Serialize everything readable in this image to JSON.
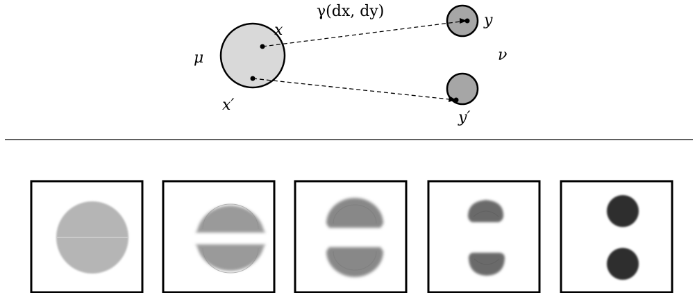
{
  "diagram": {
    "labels": {
      "mu": "μ",
      "nu": "ν",
      "x": "x",
      "x_prime": "x′",
      "y": "y",
      "y_prime": "y′",
      "gamma": "γ(dx, dy)"
    }
  },
  "sequence": {
    "panels": [
      {
        "id": "panel-1"
      },
      {
        "id": "panel-2"
      },
      {
        "id": "panel-3"
      },
      {
        "id": "panel-4"
      },
      {
        "id": "panel-5"
      }
    ]
  },
  "colors": {
    "source_fill": "#d9d9d9",
    "target_fill": "#a6a6a6",
    "panel1_disc": "#b5b5b5",
    "panel2_blob": "#9a9a9a",
    "panel3_blob": "#888888",
    "panel4_blob": "#6b6b6b",
    "panel5_disc": "#2e2e2e"
  }
}
